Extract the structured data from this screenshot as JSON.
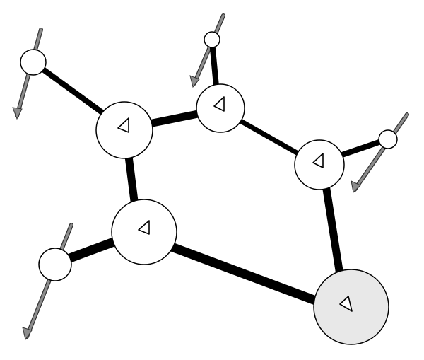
{
  "diagram": {
    "kind": "molecular-vibration-mode",
    "colors": {
      "background": "#ffffff",
      "bond": "#000000",
      "atom_fill": "#ffffff",
      "heavy_atom_fill": "#e8e8e8",
      "atom_stroke": "#000000",
      "arrow": "#8c8c8c",
      "arrow_outline": "#333333"
    },
    "atoms": [
      {
        "id": "h1",
        "element": "H"
      },
      {
        "id": "h2",
        "element": "H"
      },
      {
        "id": "h3",
        "element": "H"
      },
      {
        "id": "h4",
        "element": "H"
      },
      {
        "id": "c1",
        "element": "C"
      },
      {
        "id": "c2",
        "element": "C"
      },
      {
        "id": "c3",
        "element": "C"
      },
      {
        "id": "c4",
        "element": "C"
      },
      {
        "id": "x1",
        "element": "heteroatom"
      }
    ],
    "bonds": [
      [
        "h1",
        "c1"
      ],
      [
        "c1",
        "c2"
      ],
      [
        "c2",
        "h2"
      ],
      [
        "c2",
        "c3"
      ],
      [
        "c3",
        "h3"
      ],
      [
        "c3",
        "x1"
      ],
      [
        "x1",
        "c4"
      ],
      [
        "c4",
        "c1"
      ],
      [
        "c4",
        "h4"
      ]
    ],
    "displacement_arrows": [
      "h1",
      "h2",
      "h3",
      "h4"
    ],
    "icons": {
      "atom_marker": "triangle-marker-icon",
      "displacement": "displacement-arrow-icon"
    }
  }
}
